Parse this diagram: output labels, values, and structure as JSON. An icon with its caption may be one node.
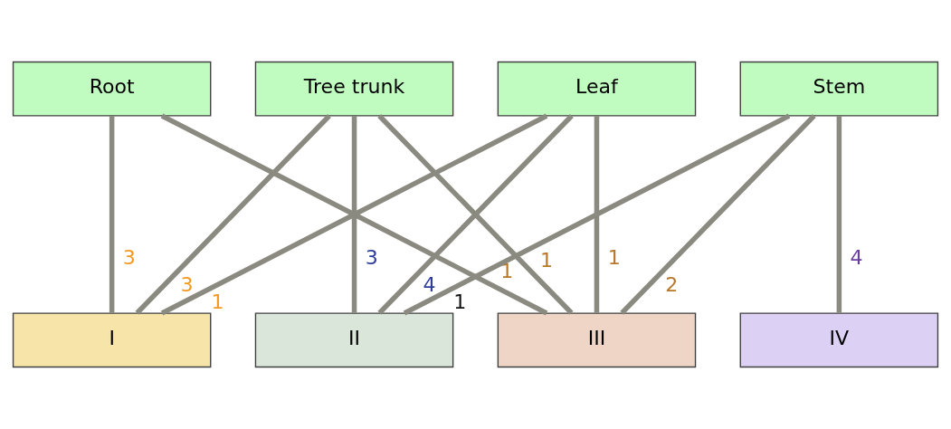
{
  "diagram": {
    "nodes": [
      {
        "text": [
          "Root"
        ]
      },
      {
        "text": [
          "Tree trunk"
        ]
      },
      {
        "text": [
          "Leaf"
        ]
      },
      {
        "text": [
          "Stem"
        ]
      },
      {
        "text": [
          "I"
        ]
      },
      {
        "text": [
          "II"
        ]
      },
      {
        "text": [
          "III"
        ]
      },
      {
        "text": [
          "IV"
        ]
      }
    ],
    "edges": [
      {
        "from": 0,
        "to": 4,
        "arrow": "none",
        "label": "3"
      },
      {
        "from": 0,
        "to": 6,
        "arrow": "none",
        "label": "1"
      },
      {
        "from": 1,
        "to": 4,
        "arrow": "none",
        "label": "3"
      },
      {
        "from": 1,
        "to": 5,
        "arrow": "none",
        "label": "3"
      },
      {
        "from": 1,
        "to": 6,
        "arrow": "none",
        "label": "1"
      },
      {
        "from": 2,
        "to": 4,
        "arrow": "none",
        "label": "1"
      },
      {
        "from": 2,
        "to": 5,
        "arrow": "none",
        "label": "4"
      },
      {
        "from": 2,
        "to": 6,
        "arrow": "none",
        "label": "1"
      },
      {
        "from": 3,
        "to": 5,
        "arrow": "none",
        "label": "1"
      },
      {
        "from": 3,
        "to": 6,
        "arrow": "none",
        "label": "2"
      },
      {
        "from": 3,
        "to": 7,
        "arrow": "none",
        "label": "4"
      }
    ]
  }
}
